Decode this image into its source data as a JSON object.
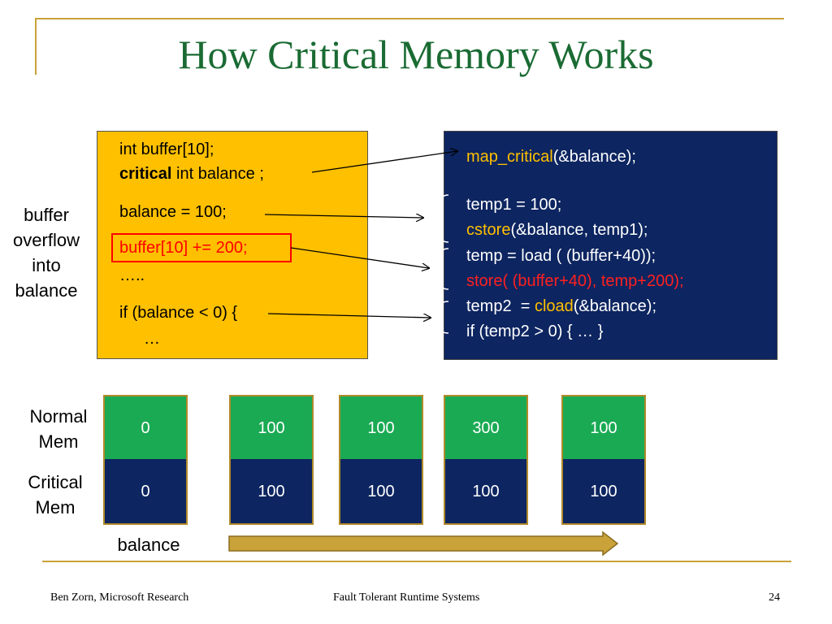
{
  "slide": {
    "title": "How Critical Memory Works",
    "footer_left": "Ben Zorn, Microsoft Research",
    "footer_center": "Fault Tolerant Runtime Systems",
    "page_number": "24"
  },
  "source_code": {
    "line1": "int buffer[10];",
    "line2_keyword": "critical",
    "line2_rest": " int balance ;",
    "line3": "balance = 100;",
    "line4": "buffer[10] += 200;",
    "line5": "…..",
    "line6": "if (balance < 0) {",
    "line7": "…"
  },
  "transformed_code": {
    "map_fn": "map_critical",
    "map_args": "(&balance);",
    "temp1": "temp1 = 100;",
    "cstore_fn": "cstore",
    "cstore_args": "(&balance, temp1);",
    "load": "temp = load ( (buffer+40));",
    "store": "store( (buffer+40), temp+200);",
    "temp2_prefix": "temp2  = ",
    "cload_fn": "cload",
    "cload_args": "(&balance);",
    "if_line": "if (temp2 > 0) { … }"
  },
  "labels": {
    "buffer_overflow": [
      "buffer",
      "overflow",
      "into",
      "balance"
    ],
    "normal_mem": [
      "Normal",
      "Mem"
    ],
    "critical_mem": [
      "Critical",
      "Mem"
    ],
    "balance": "balance"
  },
  "memory_states": [
    {
      "normal": "0",
      "critical": "0"
    },
    {
      "normal": "100",
      "critical": "100"
    },
    {
      "normal": "100",
      "critical": "100"
    },
    {
      "normal": "300",
      "critical": "100"
    },
    {
      "normal": "100",
      "critical": "100"
    }
  ],
  "colors": {
    "title": "#1a6b33",
    "source_box": "#ffc000",
    "dest_box": "#0d2560",
    "normal_mem": "#1aaa54",
    "critical_mem": "#0d2560",
    "highlight": "#ff0000",
    "arrow_fill": "#c9a33a"
  }
}
